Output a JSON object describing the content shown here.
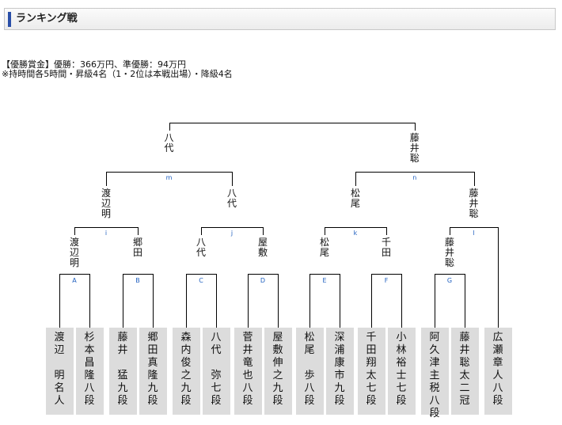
{
  "header": {
    "title": "ランキング戦"
  },
  "info": {
    "line1": "【優勝賞金】優勝：366万円、準優勝：94万円",
    "line2": "※持時間各5時間・昇級4名（1・2位は本戦出場）・降級4名"
  },
  "bracket": {
    "players": [
      "渡辺　明名人",
      "杉本昌隆八段",
      "藤井　猛九段",
      "郷田真隆九段",
      "森内俊之九段",
      "八代　弥七段",
      "菅井竜也八段",
      "屋敷伸之九段",
      "松尾　歩八段",
      "深浦康市九段",
      "千田翔太七段",
      "小林裕士七段",
      "阿久津主税八段",
      "藤井聡太二冠",
      "広瀬章人八段"
    ],
    "match_labels": [
      "A",
      "B",
      "C",
      "D",
      "E",
      "F",
      "G",
      "i",
      "j",
      "k",
      "l",
      "m",
      "n"
    ],
    "round1_winners": [
      "渡辺明",
      "郷田",
      "八代",
      "屋敷",
      "松尾",
      "千田",
      "藤井聡"
    ],
    "round2_winners": [
      "渡辺明",
      "八代",
      "松尾",
      "藤井聡"
    ],
    "round3_winners": [
      "八代",
      "藤井聡"
    ]
  }
}
